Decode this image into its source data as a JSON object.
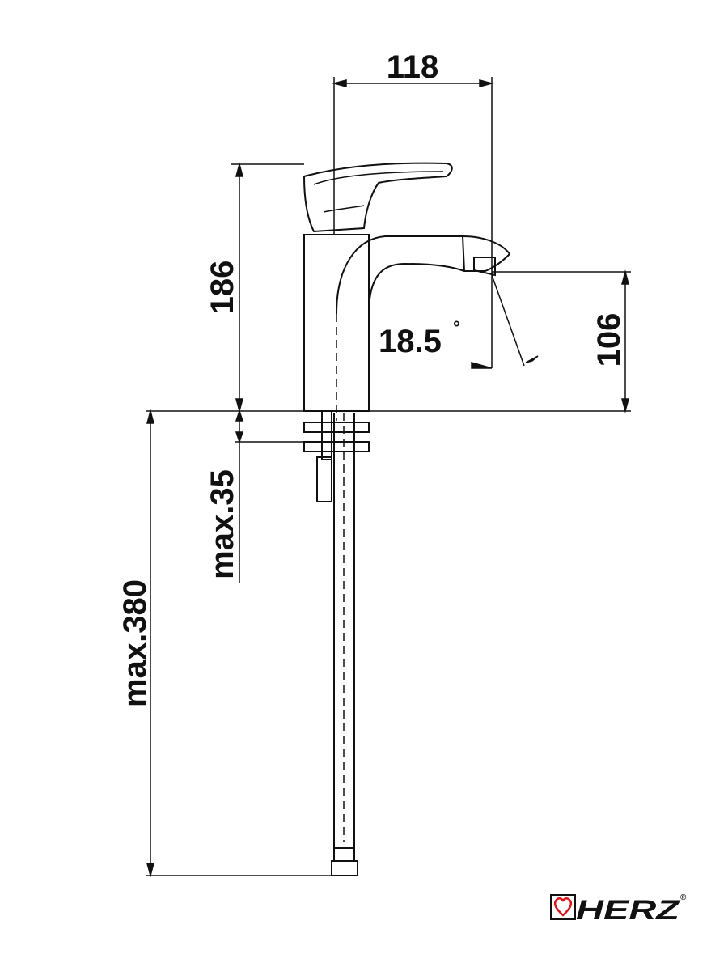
{
  "dimensions": {
    "width_118": "118",
    "height_186": "186",
    "height_106": "106",
    "angle": "18.5",
    "angle_unit": "°",
    "max_35": "max.35",
    "max_380": "max.380"
  },
  "brand": {
    "name": "HERZ",
    "registered": "®",
    "color": "#d9161b"
  }
}
